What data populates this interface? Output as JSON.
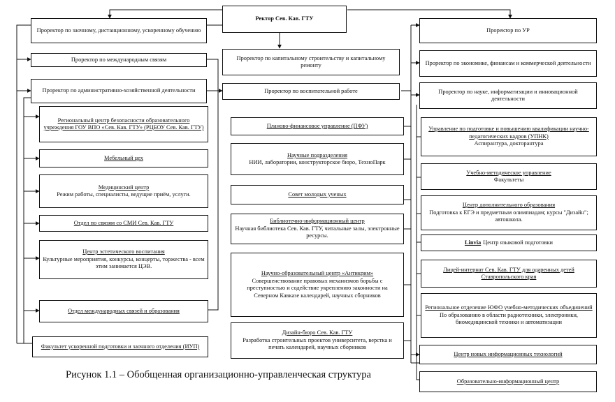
{
  "diagram": {
    "caption": "Рисунок 1.1 – Обобщенная организационно-управленческая структура",
    "rector": "Ректор Сев. Кав. ГТУ",
    "left": {
      "vice_distance": "Проректор по заочному, дистанционному, ускоренному обучению",
      "vice_international": "Проректор по международным связям",
      "vice_admin": "Проректор по административно-хозяйственной деятельности",
      "security_center": "Региональный центр безопасности образовательного учреждения ГОУ ВПО «Сев. Кав. ГТУ» (РЦБОУ Сев. Кав. ГТУ)",
      "furniture": "Мебельный цех",
      "medical_title": "Медицинский центр",
      "medical_desc": "Режим работы, специалисты, ведущие приём, услуги.",
      "media": "Отдел по связям со СМИ Сев. Кав. ГТУ",
      "aesthetic_title": "Центр эстетического воспитания",
      "aesthetic_desc": "Культурные мероприятия, конкурсы, концерты, торжества - всем этим занимается ЦЭВ.",
      "intl_dept": "Отдел международных связей и образования",
      "accelerated": "Факультет ускоренной подготовки и заочного отделения (ИУП)"
    },
    "center": {
      "vice_capital": "Проректор по капитальному строительству и капитальному ремонту",
      "vice_education": "Проректор по воспитательной работе",
      "finance": "Планово-финансовое управление (ПФУ)",
      "science_title": "Научные подразделения",
      "science_desc": "НИИ, лаборатории, конструкторское бюро, ТехноПарк",
      "young": "Совет молодых ученых",
      "library_title": "Библиотечно-информационный центр",
      "library_desc": "Научная библиотека Сев. Кав. ГТУ, читальные залы, электронные ресурсы.",
      "antikrim_title": "Научно-образовательный центр «Антикрим»",
      "antikrim_desc": "Совершенствование правовых механизмов борьбы с преступностью и содействие укреплению законности на Северном Кавказе календарей, научных сборников",
      "design_title": "Дизайн-бюро Сев. Кав. ГТУ",
      "design_desc": "Разработка строительных проектов университета, верстка и печать календарей, научных сборников"
    },
    "right": {
      "vice_ur": "Проректор по УР",
      "vice_economics": "Проректор по экономике, финансам и коммерческой деятельности",
      "vice_science": "Проректор по науке, информатизации и инновационной деятельности",
      "qualification_title": "Управление по подготовке и повышению квалификации научно-педагогических кадров (УПНК)",
      "qualification_desc": "Аспирантура, докторантура",
      "methodical_title": "Учебно-методическое управление",
      "methodical_desc": "Факультеты",
      "additional_title": "Центр дополнительного образования",
      "additional_desc": "Подготовка к ЕГЭ и предметным олимпиадам; курсы \"Дизайн\"; автошкола.",
      "language": "Центр языковой подготовки",
      "language_mark": "Linvia",
      "lyceum": "Лицей-интернат Сев. Кав. ГТУ для одаренных детей Ставропольского края",
      "regional_title": "Региональное отделение ЮФО учебно-методических объединений",
      "regional_desc": "По образованию в области радиотехники, электроники, биомедицинской техники и автоматизации",
      "new_tech": "Центр новых информационных технологий",
      "edu_info": "Образовательно-информационный центр"
    }
  }
}
